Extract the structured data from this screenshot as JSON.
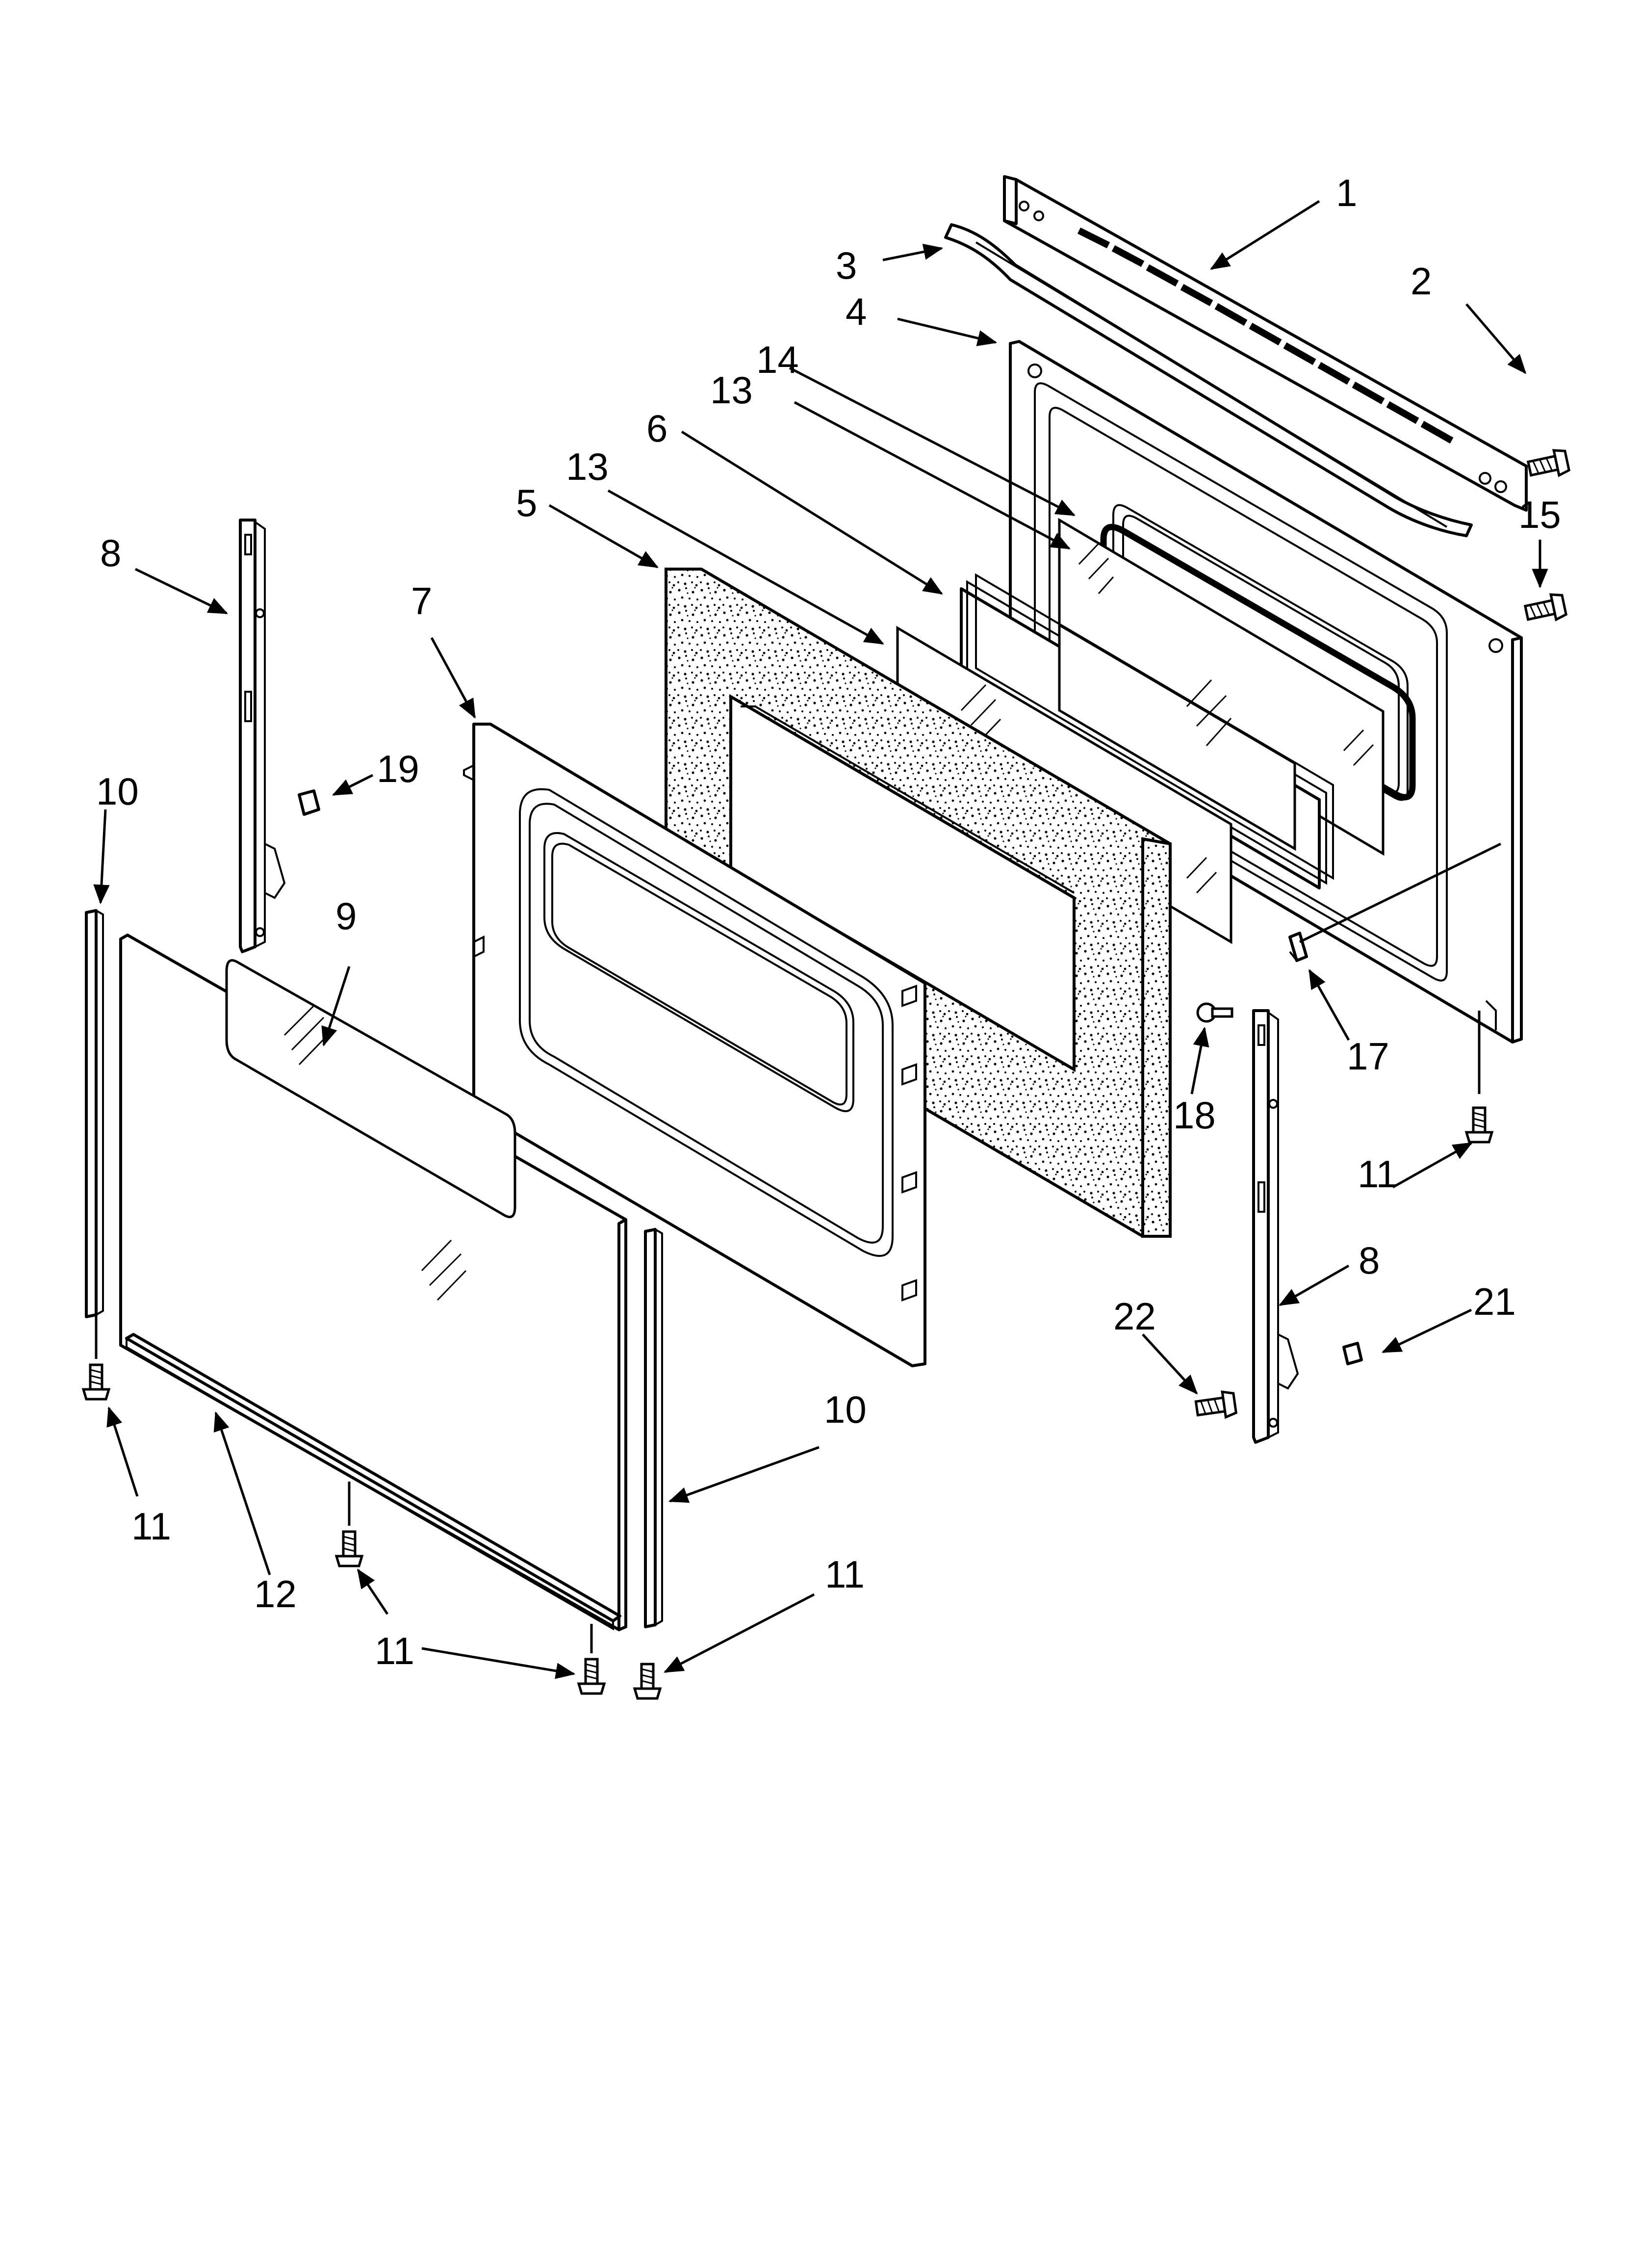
{
  "diagram": {
    "callouts": [
      {
        "id": "c1",
        "text": "1"
      },
      {
        "id": "c2",
        "text": "2"
      },
      {
        "id": "c3",
        "text": "3"
      },
      {
        "id": "c4",
        "text": "4"
      },
      {
        "id": "c13a",
        "text": "13"
      },
      {
        "id": "c14",
        "text": "14"
      },
      {
        "id": "c6",
        "text": "6"
      },
      {
        "id": "c13b",
        "text": "13"
      },
      {
        "id": "c5",
        "text": "5"
      },
      {
        "id": "c15",
        "text": "15"
      },
      {
        "id": "c8a",
        "text": "8"
      },
      {
        "id": "c7",
        "text": "7"
      },
      {
        "id": "c19",
        "text": "19"
      },
      {
        "id": "c10a",
        "text": "10"
      },
      {
        "id": "c9",
        "text": "9"
      },
      {
        "id": "c17",
        "text": "17"
      },
      {
        "id": "c18",
        "text": "18"
      },
      {
        "id": "c11a",
        "text": "11"
      },
      {
        "id": "c8b",
        "text": "8"
      },
      {
        "id": "c22",
        "text": "22"
      },
      {
        "id": "c21",
        "text": "21"
      },
      {
        "id": "c10b",
        "text": "10"
      },
      {
        "id": "c11b",
        "text": "11"
      },
      {
        "id": "c12",
        "text": "12"
      },
      {
        "id": "c11c",
        "text": "11"
      },
      {
        "id": "c11d",
        "text": "11"
      }
    ]
  }
}
